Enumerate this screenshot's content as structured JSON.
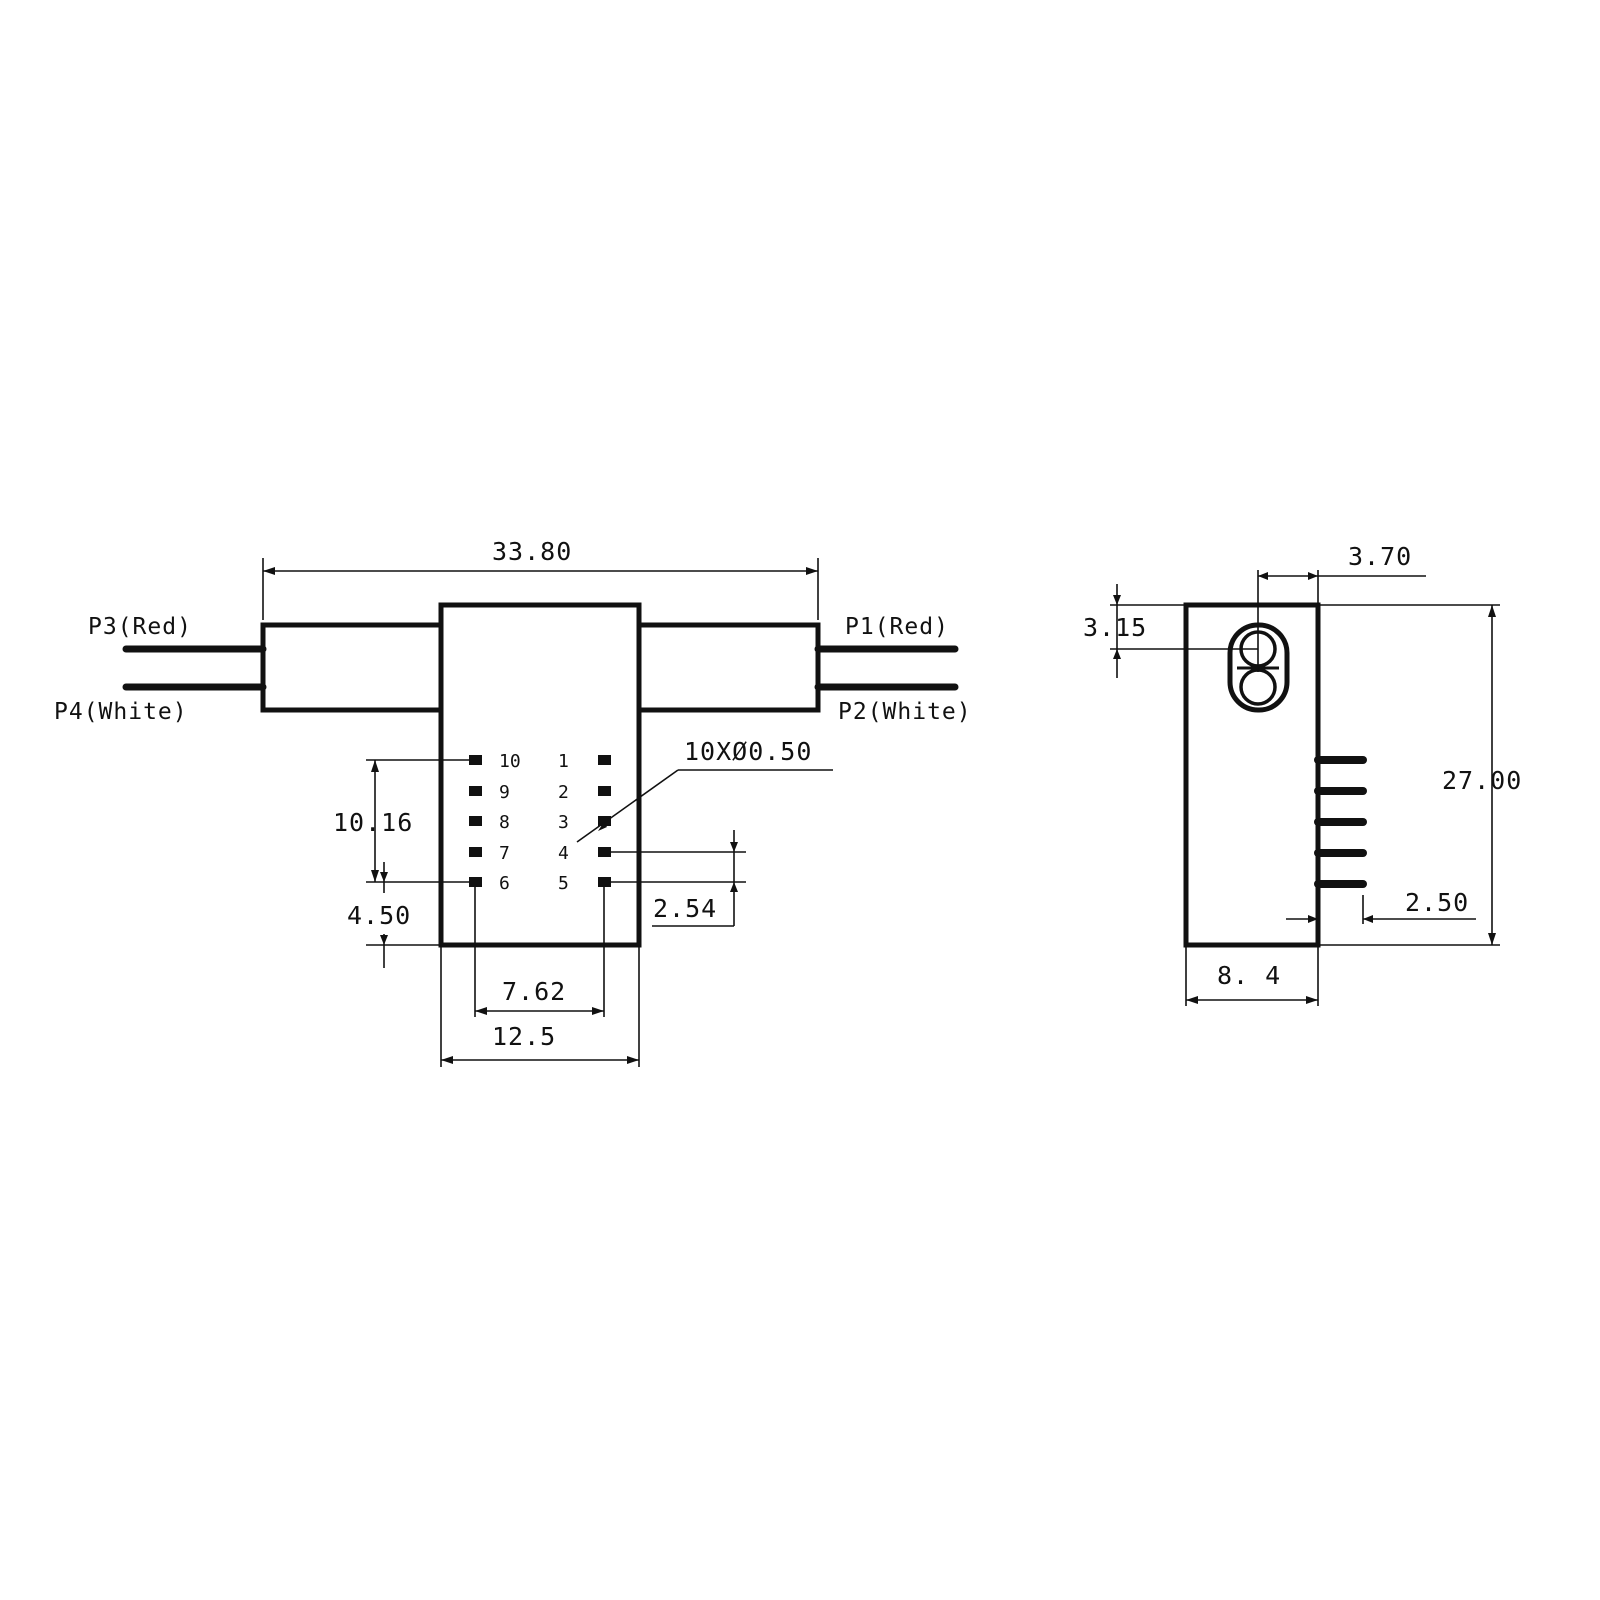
{
  "ports": {
    "p3": "P3(Red)",
    "p4": "P4(White)",
    "p1": "P1(Red)",
    "p2": "P2(White)"
  },
  "pins": [
    "1",
    "2",
    "3",
    "4",
    "5",
    "6",
    "7",
    "8",
    "9",
    "10"
  ],
  "dimensions": {
    "overall_length": "33.80",
    "pin_row_span": "10.16",
    "bottom_offset": "4.50",
    "pin_pitch": "2.54",
    "pin_hole": "10XØ0.50",
    "row_spacing": "7.62",
    "body_width": "12.5",
    "fiber_offset": "3.70",
    "fiber_height": "3.15",
    "body_height": "27.00",
    "lead_length": "2.50",
    "body_depth": "8. 4"
  }
}
